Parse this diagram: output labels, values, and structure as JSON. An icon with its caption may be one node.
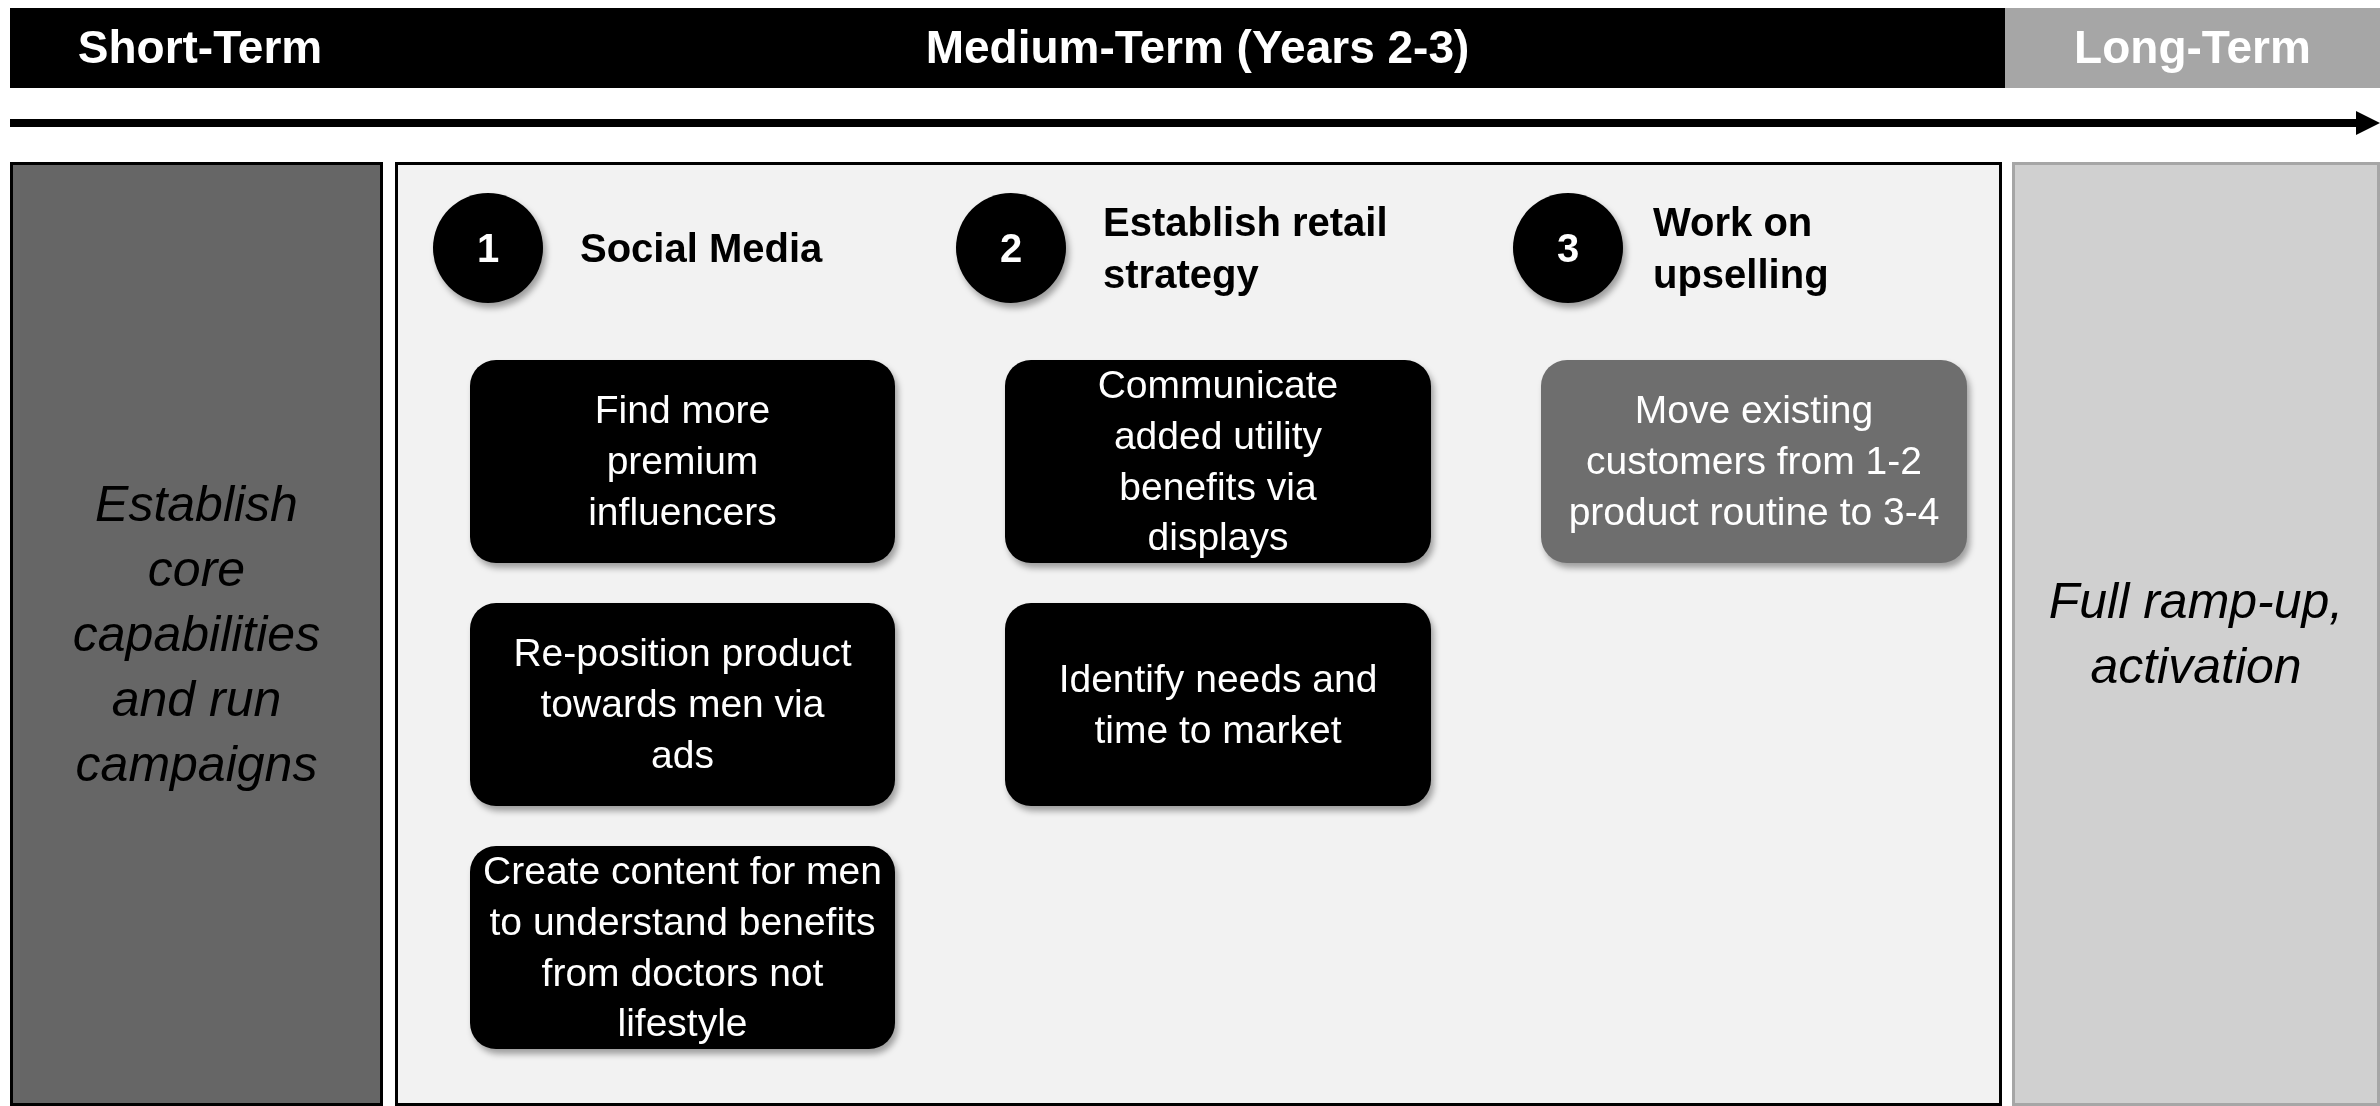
{
  "diagram": {
    "nodes": [
      {
        "text": [
          "Short-Term"
        ]
      },
      {
        "text": [
          "Medium-Term (Years 2-3)"
        ]
      },
      {
        "text": [
          "Long-Term"
        ]
      },
      {
        "text": [
          "Establish core capabilities and run campaigns"
        ]
      },
      {
        "text": [],
        "shape": "box"
      },
      {
        "text": [
          "1"
        ],
        "in": 4,
        "beside": [
          "Social Media"
        ]
      },
      {
        "text": [
          "2"
        ],
        "in": 4,
        "beside": [
          "Establish retail strategy"
        ]
      },
      {
        "text": [
          "3"
        ],
        "in": 4,
        "beside": [
          "Work on upselling"
        ]
      },
      {
        "text": [
          "Find more premium influencers"
        ],
        "in": 4
      },
      {
        "text": [
          "Re-position product towards men via ads"
        ],
        "in": 4
      },
      {
        "text": [
          "Create content for men to understand benefits from doctors not lifestyle"
        ],
        "in": 4
      },
      {
        "text": [
          "Communicate added utility benefits via displays"
        ],
        "in": 4
      },
      {
        "text": [
          "Identify needs and time to market"
        ],
        "in": 4
      },
      {
        "text": [
          "Move existing customers from 1-2 product routine to 3-4"
        ],
        "in": 4
      },
      {
        "text": [
          "Full ramp-up, activation"
        ]
      }
    ]
  }
}
